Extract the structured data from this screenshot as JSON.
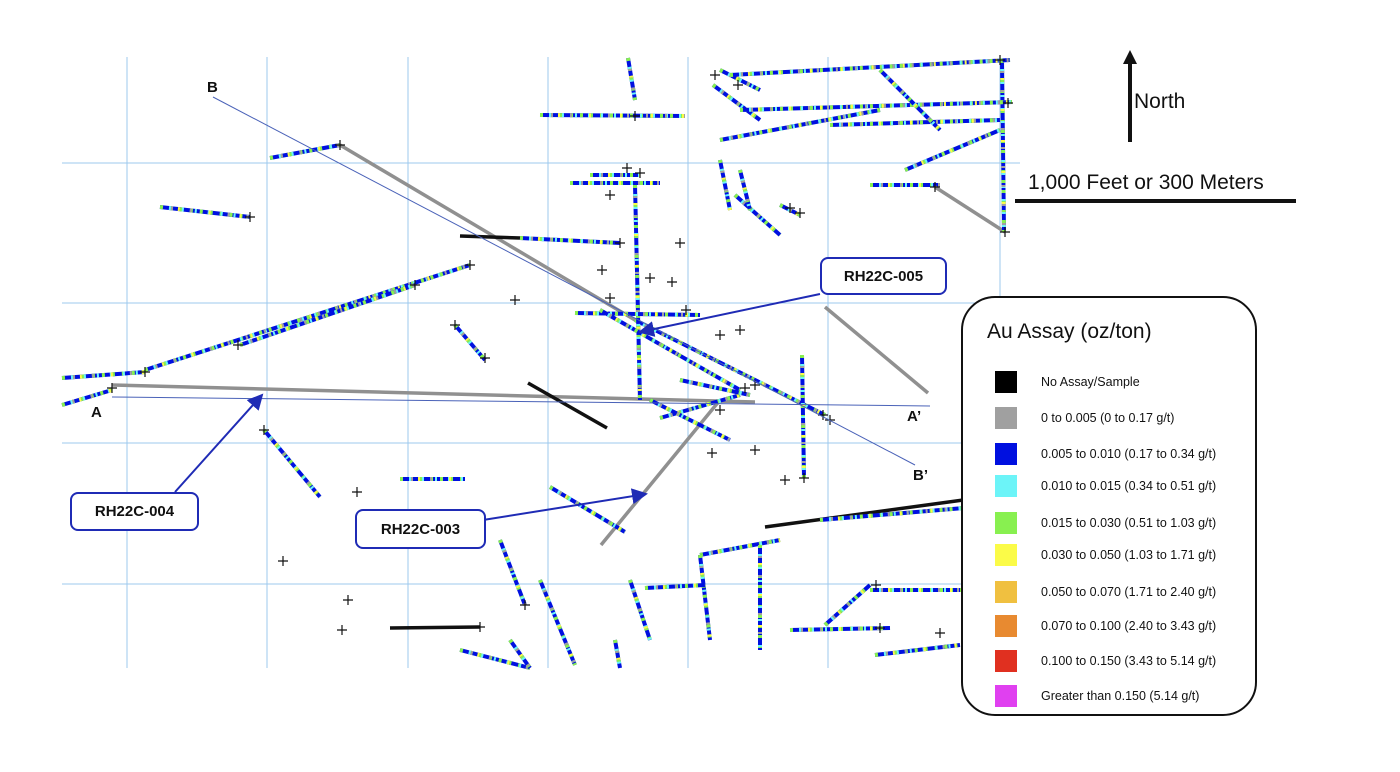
{
  "callouts": {
    "rh22c_005": "RH22C-005",
    "rh22c_004": "RH22C-004",
    "rh22c_003": "RH22C-003"
  },
  "sections": {
    "a": "A",
    "a_prime": "A’",
    "b": "B",
    "b_prime": "B’"
  },
  "north_label": "North",
  "scale_label": "1,000 Feet or 300 Meters",
  "legend": {
    "title": "Au Assay (oz/ton)",
    "items": [
      {
        "label": "No Assay/Sample",
        "color": "#000000"
      },
      {
        "label": "0 to 0.005  (0 to 0.17 g/t)",
        "color": "#a0a0a0"
      },
      {
        "label": "0.005  to 0.010  (0.17 to 0.34 g/t)",
        "color": "#0010e0"
      },
      {
        "label": "0.010  to 0.015  (0.34 to 0.51 g/t)",
        "color": "#6cf4f8"
      },
      {
        "label": "0.015  to 0.030  (0.51 to 1.03 g/t)",
        "color": "#88f050"
      },
      {
        "label": "0.030  to 0.050  (1.03 to 1.71 g/t)",
        "color": "#fbfb48"
      },
      {
        "label": "0.050  to 0.070  (1.71 to 2.40 g/t)",
        "color": "#f0c040"
      },
      {
        "label": "0.070  to 0.100  (2.40 to 3.43 g/t)",
        "color": "#e88a30"
      },
      {
        "label": "0.100  to 0.150  (3.43 to 5.14 g/t)",
        "color": "#e03020"
      },
      {
        "label": "Greater than 0.150  (5.14 g/t)",
        "color": "#e040f0"
      }
    ]
  },
  "colors": {
    "grid": "#9cc8ee",
    "section_line": "#4a62b8",
    "callout_border": "#1f2bb5"
  }
}
